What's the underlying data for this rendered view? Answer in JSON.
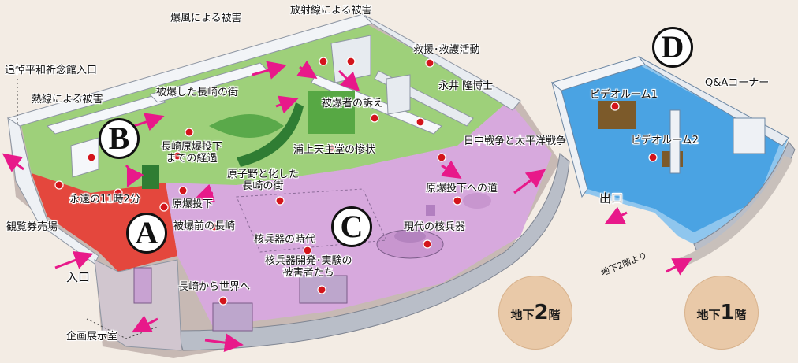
{
  "colors": {
    "background": "#f3ece4",
    "zone_a": "#e4473d",
    "zone_b": "#9ed07a",
    "zone_c": "#d7a9dd",
    "zone_d": "#4aa3e3",
    "wall_top": "#f2f4f7",
    "wall_side_blue": "#2d8fe0",
    "marker": "#d3141b",
    "arrow": "#e8198a",
    "floor_badge": "#e9c9a8"
  },
  "zones": {
    "a": "A",
    "b": "B",
    "c": "C",
    "d": "D"
  },
  "floors": {
    "b2": "地下2階",
    "b1": "地下1階"
  },
  "labels": {
    "bakufu": "爆風による被害",
    "houshasen": "放射線による被害",
    "kyuen": "救援･救護活動",
    "tsuito": "追悼平和祈念館入口",
    "hibaku_machi": "被爆した長崎の街",
    "nagai": "永井 隆博士",
    "netsusen": "熱線による被害",
    "uttae": "被爆者の訴え",
    "keii": "長崎原爆投下\nまでの経過",
    "urakami": "浦上天主堂の惨状",
    "nicchu": "日中戦争と太平洋戦争",
    "genshino": "原子野と化した\n長崎の街",
    "eien": "永遠の11時2分",
    "toka": "原爆投下",
    "michi": "原爆投下への道",
    "kanran": "観覧券売場",
    "hibakumae": "被爆前の長崎",
    "gendai": "現代の核兵器",
    "jidai": "核兵器の時代",
    "iriguchi": "入口",
    "kaihatsu": "核兵器開発･実験の\n被害者たち",
    "sekai": "長崎から世界へ",
    "kikaku": "企画展示室",
    "video1": "ビデオルーム1",
    "qa": "Q&Aコーナー",
    "video2": "ビデオルーム2",
    "deguchi": "出口",
    "chika2yori": "地下2階より"
  },
  "legend_icons": [
    "exhibit-marker-icon",
    "direction-arrow-icon"
  ]
}
